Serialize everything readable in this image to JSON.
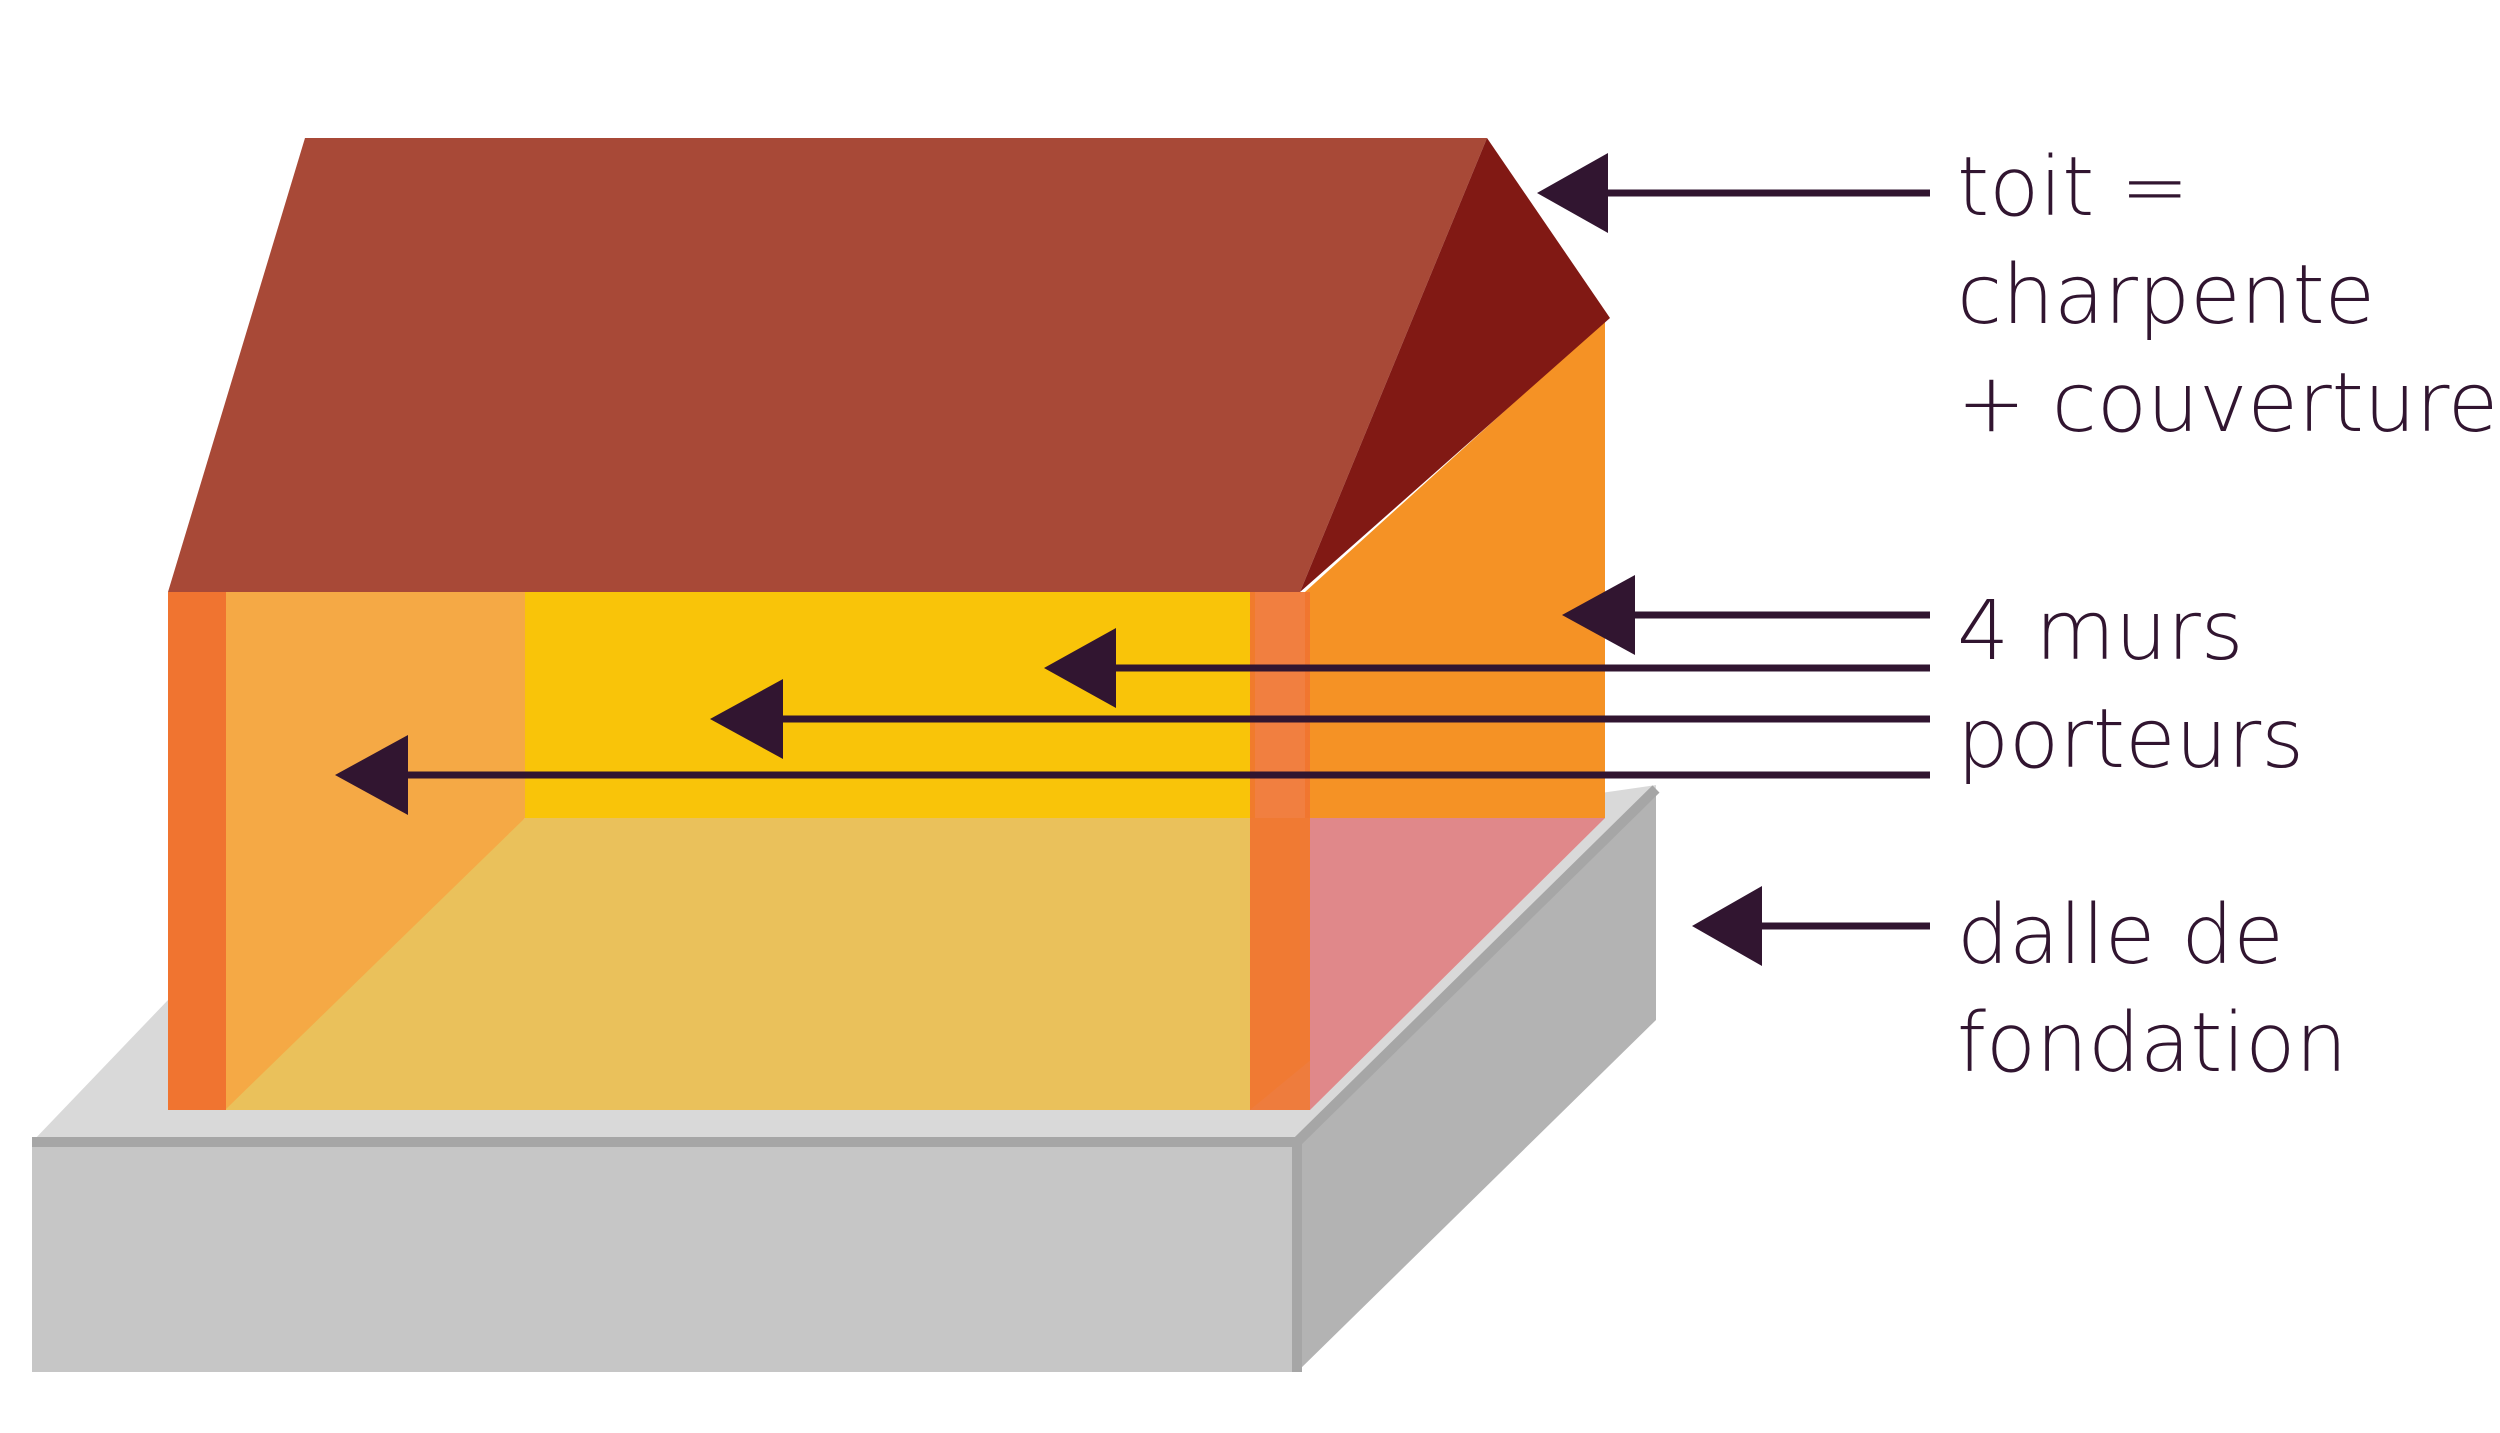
{
  "colors": {
    "roof_front": "#A84937",
    "roof_side": "#811914",
    "wall_left": "#F5A945",
    "wall_back": "#F9C409",
    "wall_right": "#F59225",
    "floor": "#EAC15B",
    "floor_right": "#E0888A",
    "post": "#F07430",
    "slab_top": "#D9D9D9",
    "slab_front": "#C6C6C6",
    "slab_side": "#B3B3B3",
    "slab_edge": "#A6A6A6",
    "arrow": "#311530",
    "text": "#311530"
  },
  "labels": {
    "roof": [
      "toit =",
      "charpente",
      "+ couverture"
    ],
    "walls": [
      "4 murs",
      "porteurs"
    ],
    "slab": [
      "dalle de",
      "fondation"
    ]
  }
}
